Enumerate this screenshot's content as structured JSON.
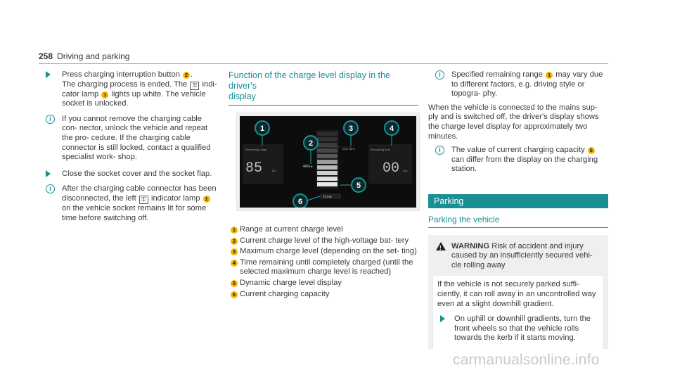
{
  "header": {
    "page_number": "258",
    "section": "Driving and parking"
  },
  "col1": {
    "step1": {
      "pre": "Press charging interruption button",
      "b1": "2",
      "post": ".",
      "cont1": "The charging process is ended. The",
      "lock": "🔓",
      "cont2": "indi-",
      "line3_pre": "cator lamp",
      "b2": "1",
      "line3_post": "lights up white. The vehicle",
      "line4": "socket is unlocked."
    },
    "note1": "If you cannot remove the charging cable con- nector, unlock the vehicle and repeat the pro- cedure. If the charging cable connector is still locked, contact a qualified specialist work- shop.",
    "step2": "Close the socket cover and the socket flap.",
    "note2": {
      "pre": "After the charging cable connector has been disconnected, the left",
      "lock": "🔓",
      "mid": "indicator lamp",
      "b": "1",
      "post": "on the vehicle socket remains lit for some time before switching off."
    }
  },
  "col2": {
    "title_line1": "Function of the charge level display in the driver's",
    "title_line2": "display",
    "figure": {
      "callouts": [
        "1",
        "2",
        "3",
        "4",
        "5",
        "6"
      ],
      "left_label": "Remaining range",
      "left_value": "85",
      "left_unit": "km",
      "pct": "40% ▸",
      "max_label": "max. 80%",
      "right_label": "Remaining time",
      "right_value": "00",
      "right_unit": "min",
      "capacity": "75 kW"
    },
    "legend": [
      {
        "num": "1",
        "text": "Range at current charge level"
      },
      {
        "num": "2",
        "text": "Current charge level of the high-voltage bat- tery"
      },
      {
        "num": "3",
        "text": "Maximum charge level (depending on the set- ting)"
      },
      {
        "num": "4",
        "text": "Time remaining until completely charged (until the selected maximum charge level is reached)"
      },
      {
        "num": "5",
        "text": "Dynamic charge level display"
      },
      {
        "num": "6",
        "text": "Current charging capacity"
      }
    ]
  },
  "col3": {
    "note1": {
      "pre": "Specified remaining range",
      "b": "1",
      "post": "may vary due to different factors, e.g. driving style or topogra- phy."
    },
    "para": "When the vehicle is connected to the mains sup- ply and is switched off, the driver's display shows the charge level display for approximately two minutes.",
    "note2": {
      "pre": "The value of current charging capacity",
      "b": "6",
      "post": "can differ from the display on the charging station."
    },
    "parking_bar": "Parking",
    "subtitle": "Parking the vehicle",
    "warning": {
      "label": "WARNING",
      "headline": "Risk of accident and injury caused by an insufficiently secured vehi- cle rolling away",
      "body": "If the vehicle is not securely parked suffi- ciently, it can roll away in an uncontrolled way even at a slight downhill gradient.",
      "step": "On uphill or downhill gradients, turn the front wheels so that the vehicle rolls towards the kerb if it starts moving."
    }
  },
  "watermark": "carmanualsonline.info",
  "colors": {
    "accent": "#1a8f96",
    "badge": "#f6b400"
  }
}
